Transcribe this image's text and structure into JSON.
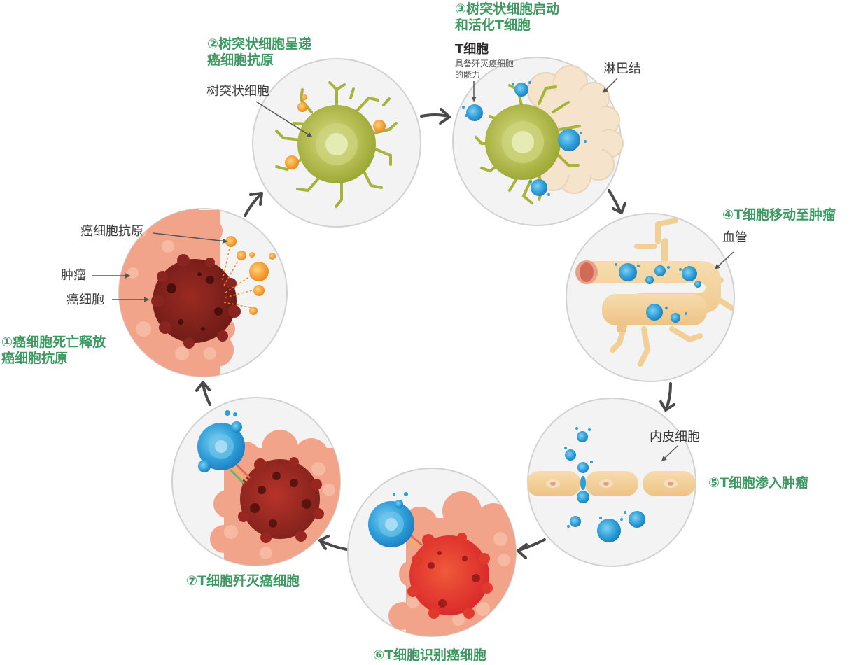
{
  "steps": [
    {
      "id": 1,
      "text": "①癌细胞死亡释放\n癌细胞抗原"
    },
    {
      "id": 2,
      "text": "②树突状细胞呈递\n癌细胞抗原"
    },
    {
      "id": 3,
      "text": "③树突状细胞启动\n和活化T细胞"
    },
    {
      "id": 4,
      "text": "④T细胞移动至肿瘤"
    },
    {
      "id": 5,
      "text": "⑤T细胞渗入肿瘤"
    },
    {
      "id": 6,
      "text": "⑥T细胞识别癌细胞"
    },
    {
      "id": 7,
      "text": "⑦T细胞歼灭癌细胞"
    }
  ],
  "labels": {
    "antigen": "癌细胞抗原",
    "tumor": "肿瘤",
    "cancer_cell": "癌细胞",
    "dendritic_cell": "树突状细胞",
    "t_cell": "T细胞",
    "t_cell_note": "具备歼灭癌细胞\n的能力",
    "lymph_node": "淋巴结",
    "blood_vessel": "血管",
    "endothelial": "内皮细胞"
  },
  "colors": {
    "step_text": "#3e9a62",
    "circle_bg": "#f3f3f3",
    "circle_border": "#d2d2d2",
    "dendritic": "#a8b43c",
    "t_cell": "#2f9fd8",
    "cancer_dark": "#7a1f1a",
    "cancer_bright": "#e03a2e",
    "tumor_tissue": "#f2a48a",
    "vessel": "#f1cf97",
    "antigen": "#f0931e",
    "arrow": "#4a4a4a"
  }
}
